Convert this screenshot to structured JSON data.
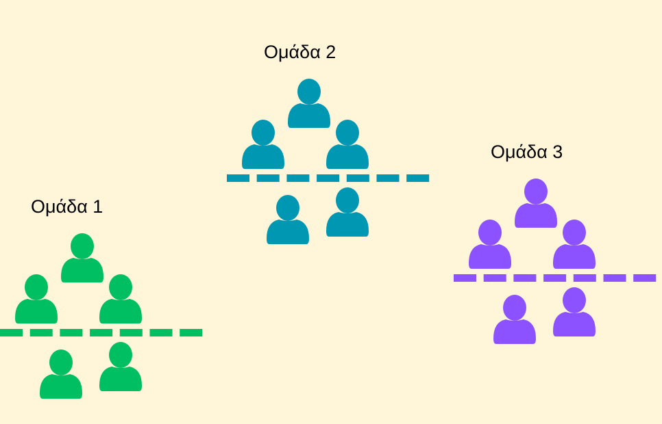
{
  "groups": [
    {
      "label": "Ομάδα 1",
      "color": "#00BF63",
      "members_above_line": 3,
      "members_below_line": 2
    },
    {
      "label": "Ομάδα 2",
      "color": "#0097B2",
      "members_above_line": 3,
      "members_below_line": 2
    },
    {
      "label": "Ομάδα 3",
      "color": "#8C52FF",
      "members_above_line": 3,
      "members_below_line": 2
    }
  ],
  "icons": {
    "person": "person-icon"
  }
}
